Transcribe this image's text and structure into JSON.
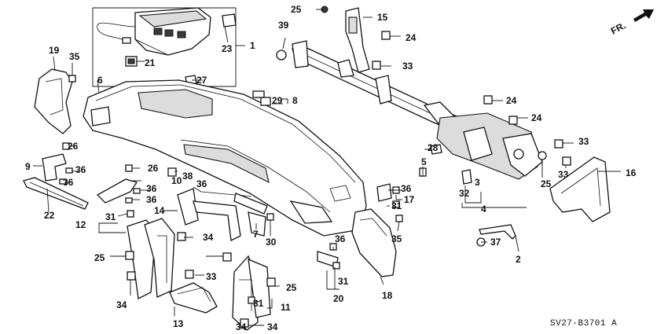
{
  "diagram": {
    "front_marker": "FR.",
    "drawing_code": "SV27-B3701 A",
    "callouts": [
      "1",
      "2",
      "3",
      "4",
      "5",
      "6",
      "7",
      "8",
      "9",
      "10",
      "11",
      "12",
      "13",
      "14",
      "15",
      "16",
      "17",
      "18",
      "19",
      "20",
      "21",
      "22",
      "23",
      "24",
      "24",
      "24",
      "25",
      "25",
      "25",
      "25",
      "26",
      "26",
      "27",
      "28",
      "29",
      "30",
      "31",
      "31",
      "31",
      "31",
      "32",
      "33",
      "33",
      "33",
      "33",
      "34",
      "34",
      "34",
      "34",
      "35",
      "35",
      "36",
      "36",
      "36",
      "36",
      "36",
      "36",
      "36",
      "37",
      "38",
      "39"
    ]
  }
}
